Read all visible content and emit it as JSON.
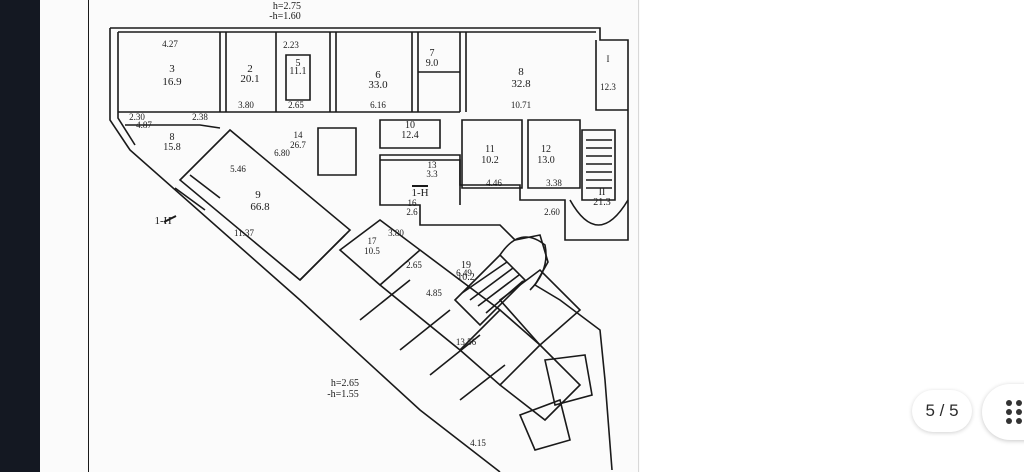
{
  "viewer": {
    "page_indicator": "5 / 5",
    "grid_icon": "grid-dots-icon"
  },
  "floor_plan": {
    "top_heights": [
      "h=2.75",
      "-h=1.60"
    ],
    "bottom_heights": [
      "h=2.65",
      "-h=1.55"
    ],
    "section_marks": [
      "1-H",
      "1-H"
    ],
    "room_labels": [
      "3",
      "16.9",
      "2",
      "20.1",
      "5",
      "11.1",
      "6",
      "33.0",
      "7",
      "9.0",
      "8",
      "32.8",
      "8",
      "15.8",
      "9",
      "66.8",
      "10",
      "12.4",
      "11",
      "10.2",
      "12",
      "13.0",
      "13",
      "3.3",
      "14",
      "26.7",
      "16",
      "2.6",
      "17",
      "10.5",
      "19",
      "10.2",
      "I",
      "12.3",
      "II",
      "21.3"
    ],
    "dimension_labels": [
      "4.27",
      "2.23",
      "3.80",
      "2.65",
      "6.16",
      "10.71",
      "4.87",
      "2.38",
      "2.30",
      "5.46",
      "11.37",
      "6.80",
      "3.80",
      "4.46",
      "3.38",
      "2.60",
      "6.49",
      "4.85",
      "2.65",
      "13.56",
      "4.15"
    ]
  }
}
